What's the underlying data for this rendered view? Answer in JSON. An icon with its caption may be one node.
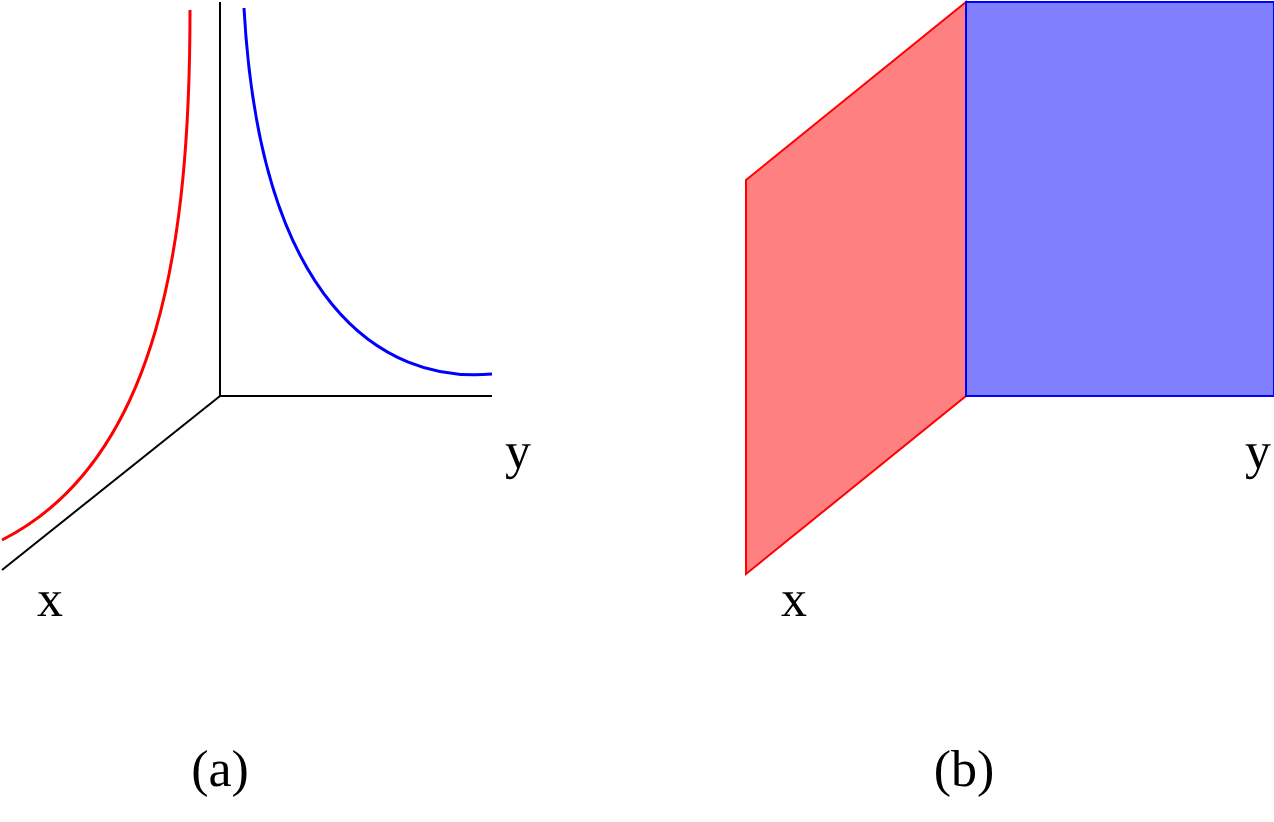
{
  "diagram": {
    "labels": [
      "y",
      "x",
      "(a)",
      "y",
      "x",
      "(b)"
    ]
  }
}
